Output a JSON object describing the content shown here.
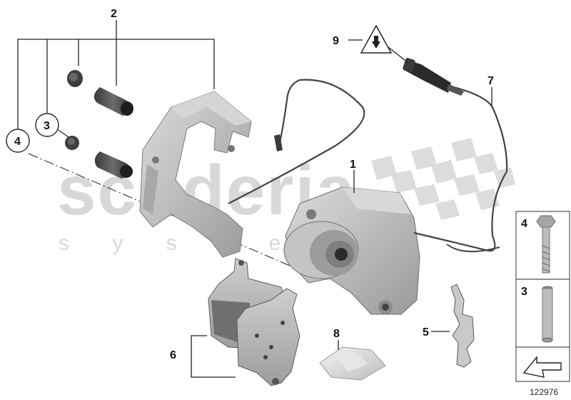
{
  "watermark": {
    "word": "scuderia",
    "sub": "s y s t e m"
  },
  "callouts": {
    "c1": "1",
    "c2": "2",
    "c3": "3",
    "c4": "4",
    "c5": "5",
    "c6": "6",
    "c7": "7",
    "c8": "8",
    "c9": "9"
  },
  "side_panel": {
    "bolt_label": "4",
    "sleeve_label": "3"
  },
  "diagram_id": "122976",
  "colors": {
    "part_fill": "#b9b9b9",
    "part_dark": "#8c8c8c",
    "part_light": "#d9d9d9",
    "line": "#222222",
    "watermark": "#d6d6d6"
  }
}
